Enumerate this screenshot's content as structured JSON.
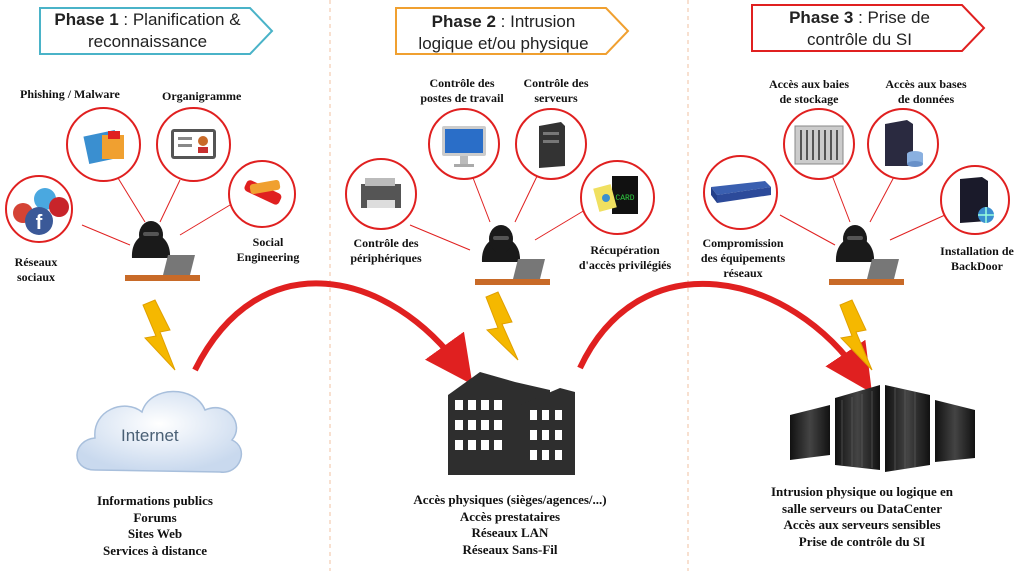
{
  "phases": [
    {
      "title": "Phase 1",
      "rest": " : Planification &",
      "line2": "reconnaissance",
      "color": "#4ab3c8"
    },
    {
      "title": "Phase 2",
      "rest": " : Intrusion",
      "line2": "logique et/ou physique",
      "color": "#f0a030"
    },
    {
      "title": "Phase 3",
      "rest": " : Prise de",
      "line2": "contrôle du SI",
      "color": "#e02020"
    }
  ],
  "phase1": {
    "phishing": "Phishing / Malware",
    "organigramme": "Organigramme",
    "social": [
      "Social",
      "Engineering"
    ],
    "reseaux": [
      "Réseaux",
      "sociaux"
    ]
  },
  "phase2": {
    "postes": [
      "Contrôle des",
      "postes de travail"
    ],
    "serveurs": [
      "Contrôle des",
      "serveurs"
    ],
    "peripheriques": [
      "Contrôle des",
      "périphériques"
    ],
    "privileges": [
      "Récupération",
      "d'accès privilégiés"
    ],
    "card_text": "CARD"
  },
  "phase3": {
    "baies": [
      "Accès aux baies",
      "de stockage"
    ],
    "bases": [
      "Accès aux bases",
      "de données"
    ],
    "reseaux": [
      "Compromission",
      "des équipements",
      "réseaux"
    ],
    "backdoor": [
      "Installation de",
      "BackDoor"
    ]
  },
  "cloud_label": "Internet",
  "bottom": {
    "col1": [
      "Informations publics",
      "Forums",
      "Sites Web",
      "Services à distance"
    ],
    "col2": [
      "Accès physiques (sièges/agences/...)",
      "Accès prestataires",
      "Réseaux LAN",
      "Réseaux Sans-Fil"
    ],
    "col3": [
      "Intrusion physique ou logique en",
      "salle serveurs ou DataCenter",
      "Accès aux serveurs sensibles",
      "Prise de contrôle du SI"
    ]
  },
  "colors": {
    "accent_red": "#e02020",
    "lightning": "#f5b800",
    "dark": "#222222"
  }
}
